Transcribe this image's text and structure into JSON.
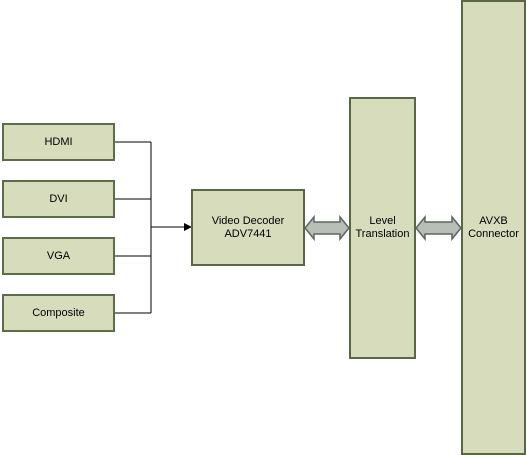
{
  "inputs": [
    {
      "label": "HDMI"
    },
    {
      "label": "DVI"
    },
    {
      "label": "VGA"
    },
    {
      "label": "Composite"
    }
  ],
  "decoder": {
    "line1": "Video Decoder",
    "line2": "ADV7441"
  },
  "level_translation": {
    "line1": "Level",
    "line2": "Translation"
  },
  "connector": {
    "line1": "AVXB",
    "line2": "Connector"
  },
  "colors": {
    "block_fill": "#d7dcbd",
    "block_border": "#596648",
    "line": "#000000",
    "bus_arrow_fill": "#b8bfb6",
    "bus_arrow_stroke": "#5d665e"
  }
}
